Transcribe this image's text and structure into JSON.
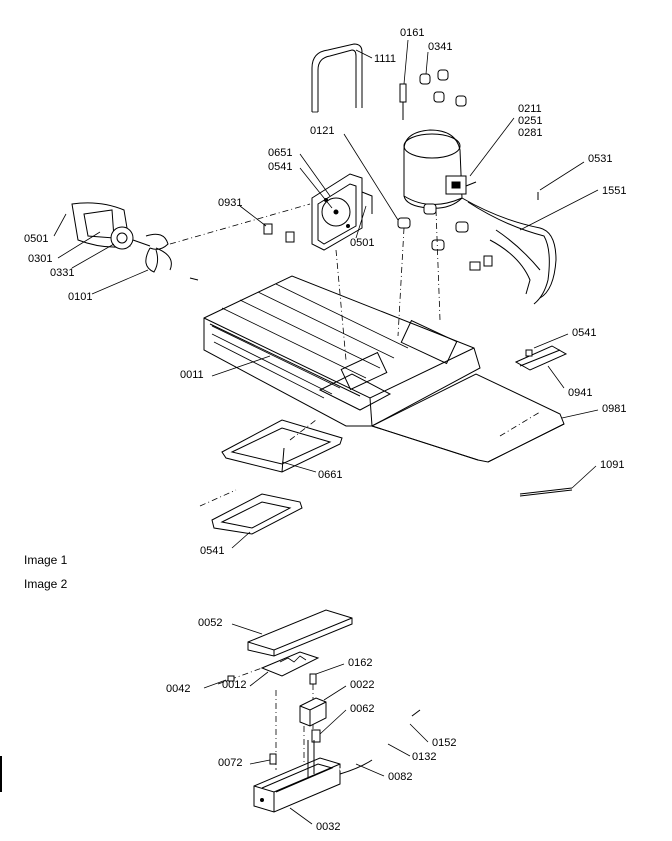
{
  "captions": {
    "image1": "Image 1",
    "image2": "Image 2"
  },
  "labels": {
    "p0161": "0161",
    "p0341": "0341",
    "p1111": "1111",
    "p0211": "0211",
    "p0251": "0251",
    "p0281": "0281",
    "p0121": "0121",
    "p0651": "0651",
    "p0541a": "0541",
    "p0531": "0531",
    "p1551": "1551",
    "p0931": "0931",
    "p0501a": "0501",
    "p0501b": "0501",
    "p0301": "0301",
    "p0331": "0331",
    "p0101": "0101",
    "p0011": "0011",
    "p0541b": "0541",
    "p0941": "0941",
    "p0981": "0981",
    "p0661": "0661",
    "p1091": "1091",
    "p0541c": "0541",
    "p0052": "0052",
    "p0162": "0162",
    "p0042": "0042",
    "p0012": "0012",
    "p0022": "0022",
    "p0062": "0062",
    "p0152": "0152",
    "p0132": "0132",
    "p0072": "0072",
    "p0082": "0082",
    "p0032": "0032"
  }
}
